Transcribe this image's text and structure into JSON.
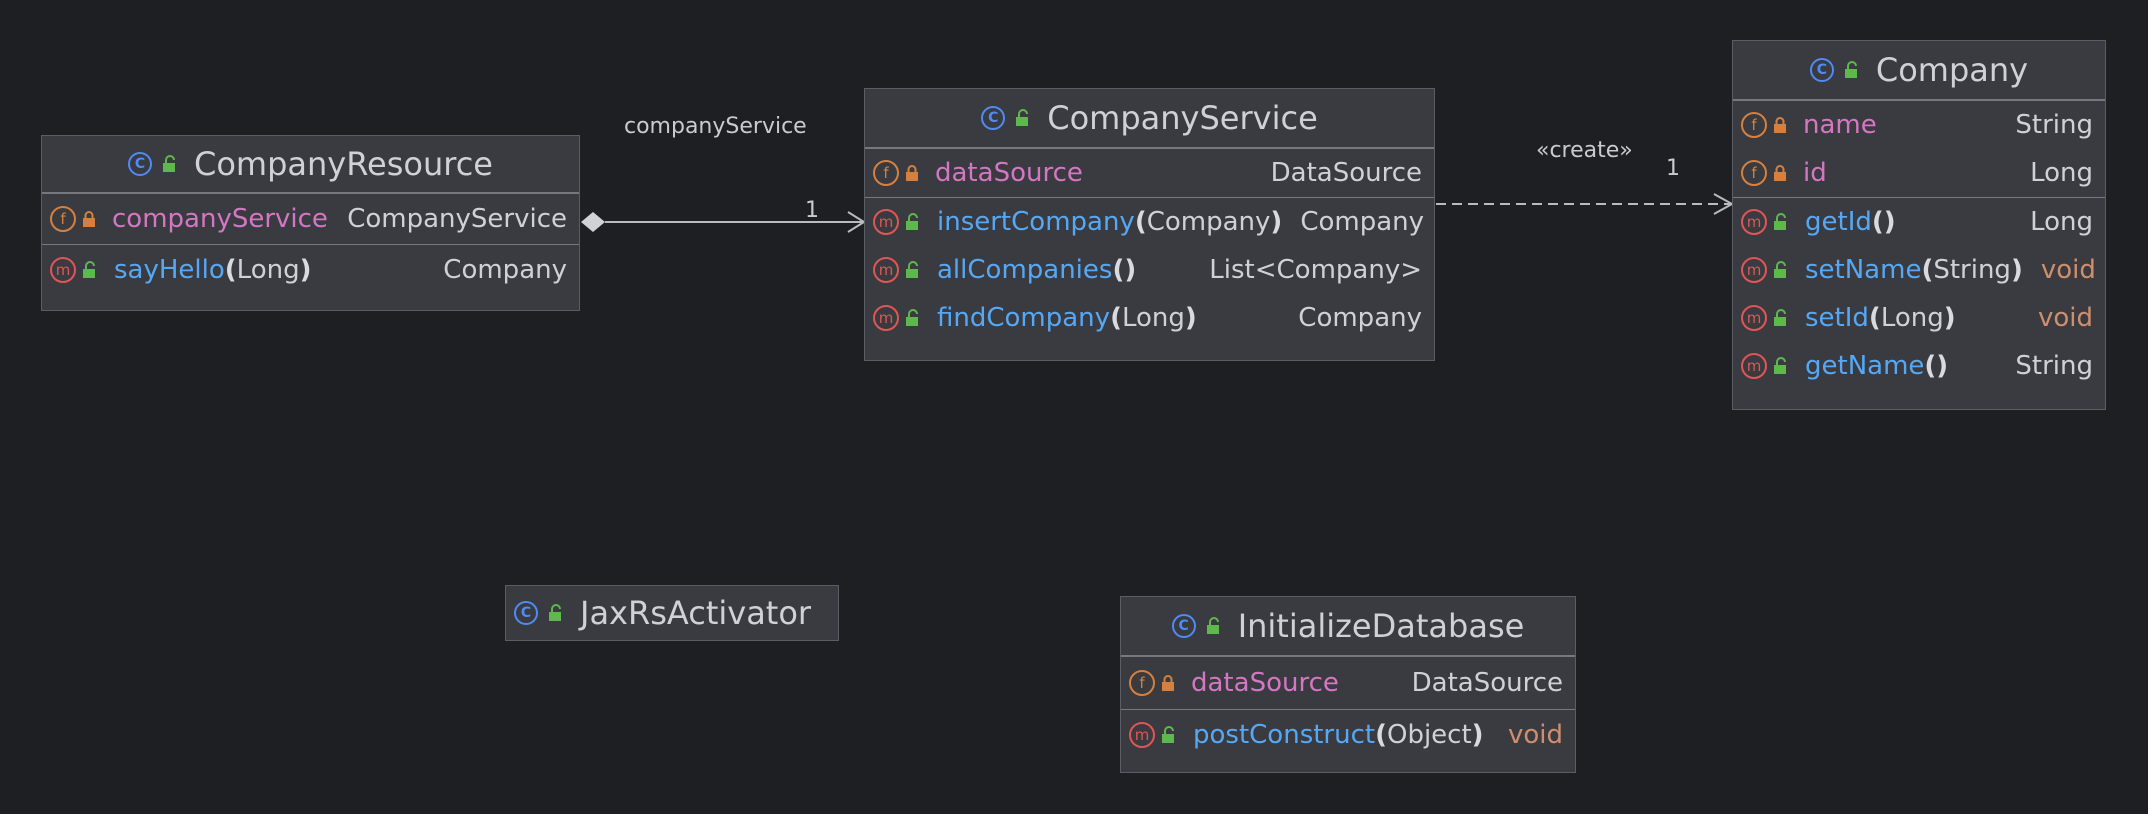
{
  "colors": {
    "background": "#1e1f22",
    "box_fill": "#393b40",
    "field_name": "#d477c3",
    "method_name": "#56a8f5",
    "void_type": "#cf8e6d",
    "class_icon": "#4f8af7",
    "field_icon": "#d5803e",
    "method_icon": "#e05555",
    "public_icon": "#5fb84d",
    "private_icon": "#d5803e"
  },
  "icons": {
    "class": "class-c-icon",
    "field": "field-f-icon",
    "method": "method-m-icon",
    "public": "unlocked-public-icon",
    "private": "locked-private-icon",
    "class_glyph": "C",
    "field_glyph": "f",
    "method_glyph": "m"
  },
  "edges": {
    "composition": {
      "role_label": "companyService",
      "multiplicity": "1"
    },
    "dependency": {
      "stereotype": "«create»",
      "multiplicity": "1"
    }
  },
  "classes": {
    "company_resource": {
      "name": "CompanyResource",
      "fields": [
        {
          "name": "companyService",
          "type": "CompanyService"
        }
      ],
      "methods": [
        {
          "name": "sayHello",
          "params": "Long",
          "type": "Company"
        }
      ]
    },
    "company_service": {
      "name": "CompanyService",
      "fields": [
        {
          "name": "dataSource",
          "type": "DataSource"
        }
      ],
      "methods": [
        {
          "name": "insertCompany",
          "params": "Company",
          "type": "Company"
        },
        {
          "name": "allCompanies",
          "params": "",
          "type": "List<Company>"
        },
        {
          "name": "findCompany",
          "params": "Long",
          "type": "Company"
        }
      ]
    },
    "company": {
      "name": "Company",
      "fields": [
        {
          "name": "name",
          "type": "String"
        },
        {
          "name": "id",
          "type": "Long"
        }
      ],
      "methods": [
        {
          "name": "getId",
          "params": "",
          "type": "Long"
        },
        {
          "name": "setName",
          "params": "String",
          "type": "void"
        },
        {
          "name": "setId",
          "params": "Long",
          "type": "void"
        },
        {
          "name": "getName",
          "params": "",
          "type": "String"
        }
      ]
    },
    "jaxrs_activator": {
      "name": "JaxRsActivator",
      "fields": [],
      "methods": []
    },
    "initialize_database": {
      "name": "InitializeDatabase",
      "fields": [
        {
          "name": "dataSource",
          "type": "DataSource"
        }
      ],
      "methods": [
        {
          "name": "postConstruct",
          "params": "Object",
          "type": "void"
        }
      ]
    }
  }
}
